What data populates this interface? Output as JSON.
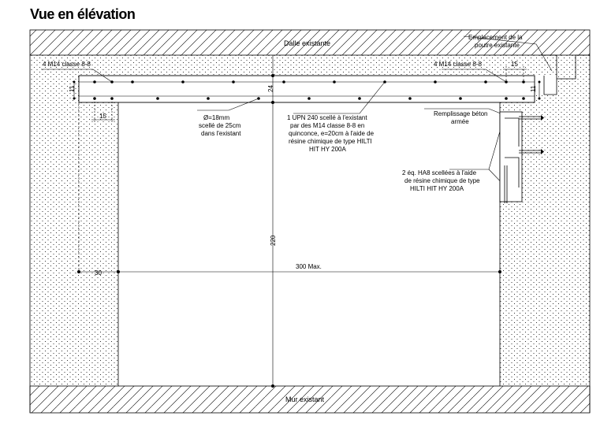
{
  "title": "Vue en élévation",
  "labels": {
    "dalle": "Dalle existante",
    "mur": "Mur existant",
    "emplacement": [
      "Emplacement de la",
      "poutre existante"
    ],
    "m14_left": "4 M14 classe 8-8",
    "m14_right": "4 M14 classe 8-8",
    "dim_11_left": "11",
    "dim_11_right": "11",
    "dim_15_left": "15",
    "dim_15_right": "15",
    "dim_24": "24",
    "dim_220": "220",
    "dim_30": "30",
    "dim_300": "300 Max.",
    "phi": [
      "Ø=18mm",
      "scellé de 25cm",
      "dans l'existant"
    ],
    "upn": [
      "1 UPN 240 scellé à l'existant",
      "par des M14 classe 8-8 en",
      "quinconce, e=20cm à l'aide de",
      "résine chimique de type HILTI",
      "HIT HY 200A"
    ],
    "remplissage": [
      "Remplissage béton",
      "armée"
    ],
    "ha8": [
      "2 éq. HA8 scellées à l'aide",
      "de résine chimique de type",
      "HILTI HIT HY 200A"
    ]
  }
}
